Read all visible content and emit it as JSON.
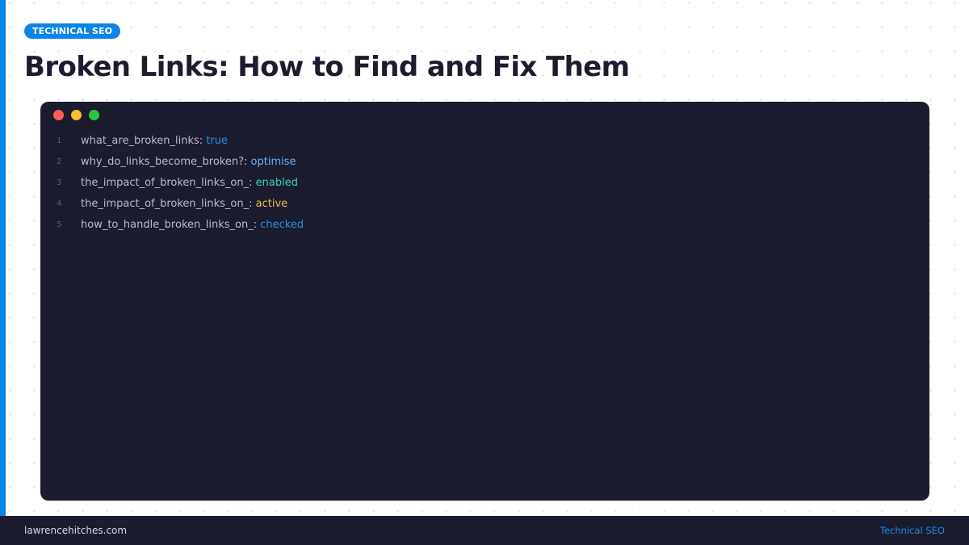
{
  "header": {
    "category_badge": "TECHNICAL SEO",
    "title": "Broken Links: How to Find and Fix Them"
  },
  "colors": {
    "accent": "#0a84e8",
    "background_dark": "#1b1c2e",
    "value_true": "#2a8fe6",
    "value_optimise": "#6fb0f0",
    "value_enabled": "#3ad6a8",
    "value_active": "#f5b84a",
    "value_checked": "#2a8fe6"
  },
  "code_window": {
    "controls": [
      "close",
      "minimize",
      "maximize"
    ],
    "lines": [
      {
        "number": "1",
        "key": "what_are_broken_links",
        "value": "true",
        "value_color": "#2a8fe6"
      },
      {
        "number": "2",
        "key": "why_do_links_become_broken?",
        "value": "optimise",
        "value_color": "#6fb0f0"
      },
      {
        "number": "3",
        "key": "the_impact_of_broken_links_on_",
        "value": "enabled",
        "value_color": "#3ad6a8"
      },
      {
        "number": "4",
        "key": "the_impact_of_broken_links_on_",
        "value": "active",
        "value_color": "#f5b84a"
      },
      {
        "number": "5",
        "key": "how_to_handle_broken_links_on_",
        "value": "checked",
        "value_color": "#2a8fe6"
      }
    ]
  },
  "footer": {
    "site": "lawrencehitches.com",
    "category": "Technical SEO"
  }
}
